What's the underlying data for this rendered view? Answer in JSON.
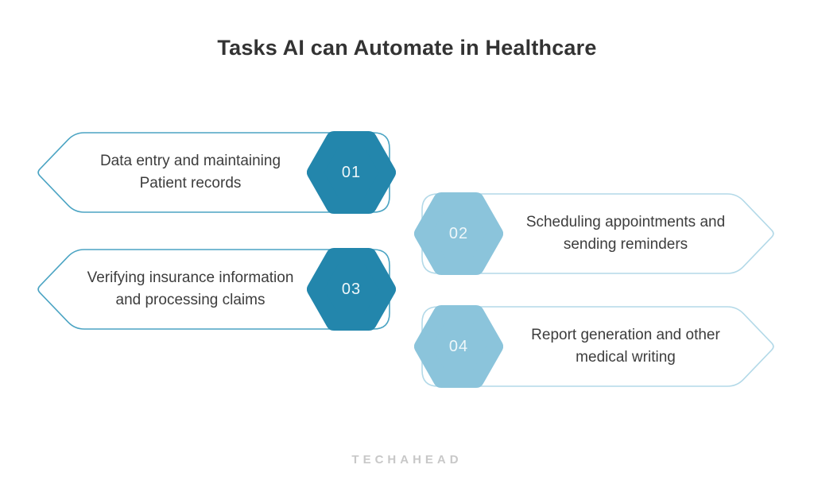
{
  "title": "Tasks AI can Automate in Healthcare",
  "brand": "TECHAHEAD",
  "colors": {
    "dark_hexagon": "#2386ac",
    "light_hexagon": "#8bc4db",
    "dark_outline": "#4ba4c3",
    "light_outline": "#b3d9e8",
    "title_text": "#333333",
    "body_text": "#3d3d3d",
    "number_text": "#eef7fa",
    "brand_text": "#c8c8c8",
    "background": "#ffffff"
  },
  "items": [
    {
      "number": "01",
      "line1": "Data entry and maintaining",
      "line2": "Patient records",
      "side": "left",
      "theme": "dark"
    },
    {
      "number": "02",
      "line1": "Scheduling appointments and",
      "line2": "sending reminders",
      "side": "right",
      "theme": "light"
    },
    {
      "number": "03",
      "line1": "Verifying insurance information",
      "line2": "and processing claims",
      "side": "left",
      "theme": "dark"
    },
    {
      "number": "04",
      "line1": "Report generation and other",
      "line2": "medical writing",
      "side": "right",
      "theme": "light"
    }
  ]
}
